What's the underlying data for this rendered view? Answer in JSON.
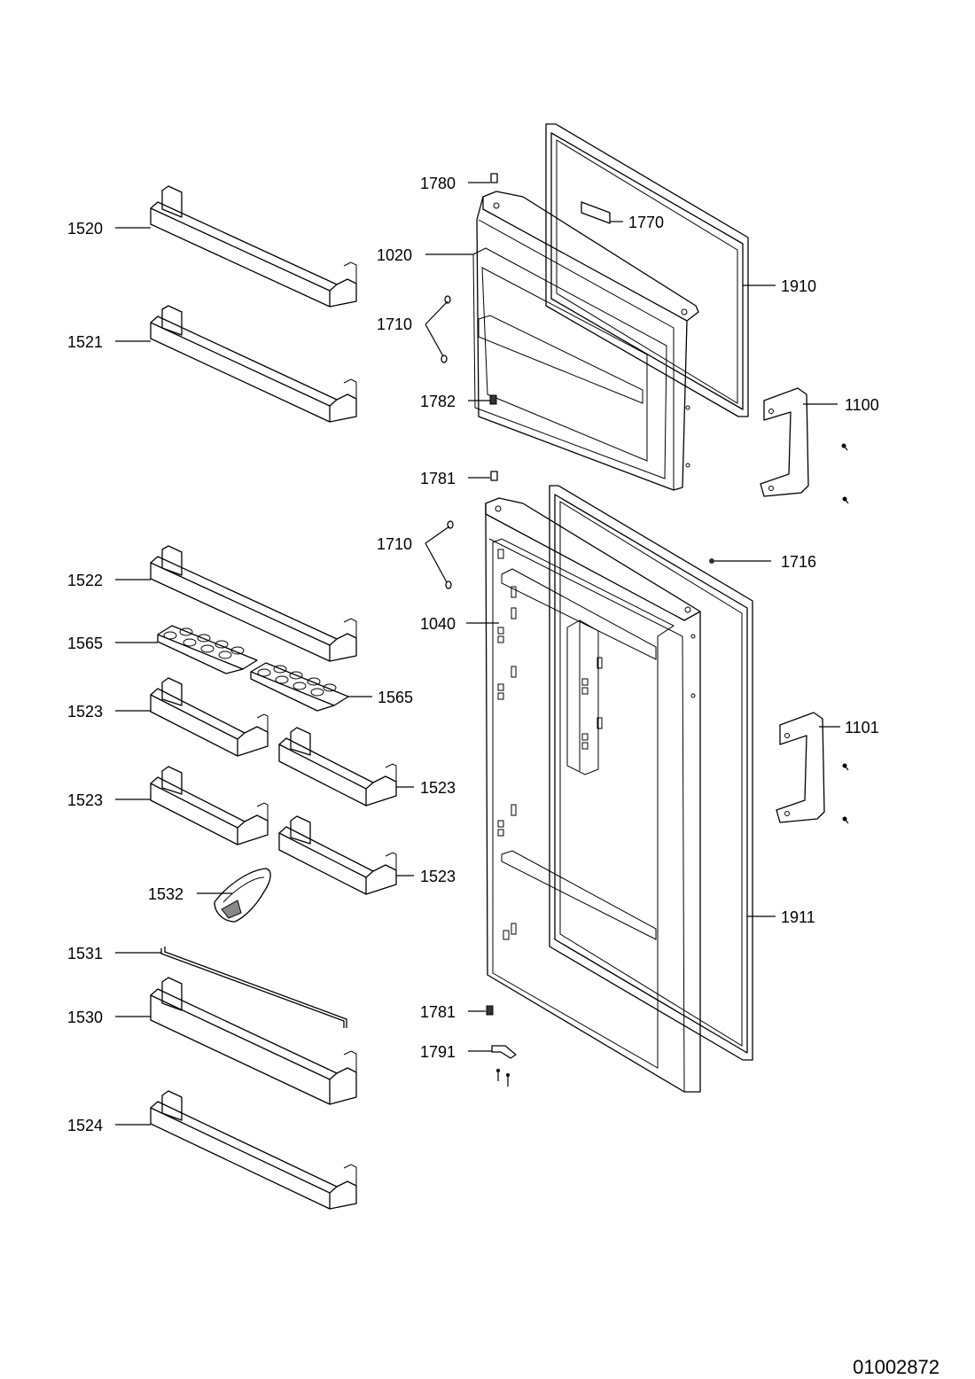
{
  "drawing_number": "01002872",
  "labels": {
    "p1780": "1780",
    "p1770": "1770",
    "p1520": "1520",
    "p1020": "1020",
    "p1910": "1910",
    "p1710a": "1710",
    "p1521": "1521",
    "p1782": "1782",
    "p1100": "1100",
    "p1781a": "1781",
    "p1710b": "1710",
    "p1716": "1716",
    "p1522": "1522",
    "p1040": "1040",
    "p1565a": "1565",
    "p1565b": "1565",
    "p1523a": "1523",
    "p1101": "1101",
    "p1523b": "1523",
    "p1523c": "1523",
    "p1523d": "1523",
    "p1532": "1532",
    "p1911": "1911",
    "p1531": "1531",
    "p1530": "1530",
    "p1781b": "1781",
    "p1791": "1791",
    "p1524": "1524"
  }
}
